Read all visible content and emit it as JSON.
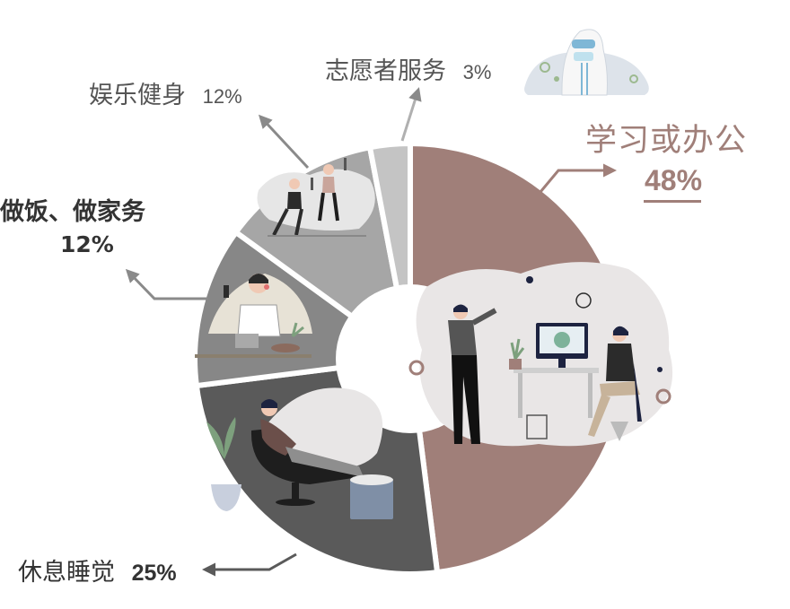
{
  "chart_data": {
    "type": "pie",
    "categories": [
      "学习或办公",
      "休息睡觉",
      "做饭、做家务",
      "娱乐健身",
      "志愿者服务"
    ],
    "values": [
      48,
      25,
      12,
      12,
      3
    ],
    "value_labels": [
      "48%",
      "25%",
      "12%",
      "12%",
      "3%"
    ],
    "colors": [
      "#a07f79",
      "#5a5a5a",
      "#878787",
      "#a6a6a6",
      "#c4c4c4"
    ],
    "donut": true
  },
  "illustrations": [
    "office-workers",
    "person-resting-in-chair",
    "person-cooking",
    "people-exercising",
    "volunteer-in-protective-suit"
  ]
}
